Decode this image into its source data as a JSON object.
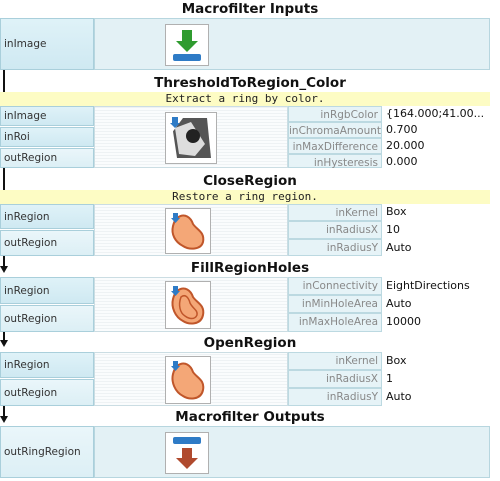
{
  "inputs": {
    "title": "Macrofilter Inputs",
    "pin": "inImage"
  },
  "threshold": {
    "title": "ThresholdToRegion_Color",
    "description": "Extract a ring by color.",
    "inputs": [
      "inImage",
      "inRoi"
    ],
    "output": "outRegion",
    "params": [
      {
        "name": "inRgbColor",
        "value": "{164.000;41.00..."
      },
      {
        "name": "inChromaAmount",
        "value": "0.700"
      },
      {
        "name": "inMaxDifference",
        "value": "20.000"
      },
      {
        "name": "inHysteresis",
        "value": "0.000"
      }
    ]
  },
  "close": {
    "title": "CloseRegion",
    "description": "Restore a ring region.",
    "input": "inRegion",
    "output": "outRegion",
    "params": [
      {
        "name": "inKernel",
        "value": "Box"
      },
      {
        "name": "inRadiusX",
        "value": "10"
      },
      {
        "name": "inRadiusY",
        "value": "Auto"
      }
    ]
  },
  "fill": {
    "title": "FillRegionHoles",
    "input": "inRegion",
    "output": "outRegion",
    "params": [
      {
        "name": "inConnectivity",
        "value": "EightDirections"
      },
      {
        "name": "inMinHoleArea",
        "value": "Auto"
      },
      {
        "name": "inMaxHoleArea",
        "value": "10000"
      }
    ]
  },
  "open": {
    "title": "OpenRegion",
    "input": "inRegion",
    "output": "outRegion",
    "params": [
      {
        "name": "inKernel",
        "value": "Box"
      },
      {
        "name": "inRadiusX",
        "value": "1"
      },
      {
        "name": "inRadiusY",
        "value": "Auto"
      }
    ]
  },
  "outputs": {
    "title": "Macrofilter Outputs",
    "pin": "outRingRegion"
  }
}
